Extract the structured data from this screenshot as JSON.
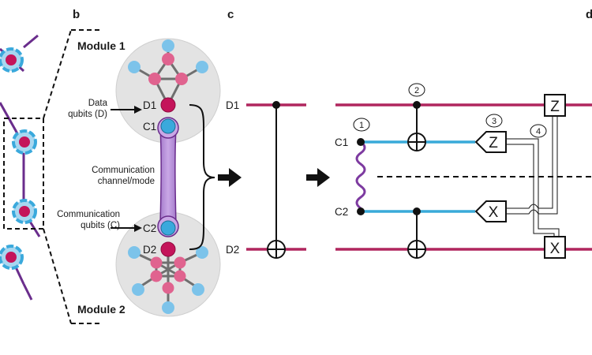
{
  "panels": {
    "b": "b",
    "c": "c",
    "d": "d"
  },
  "module_labels": {
    "module1": "Module 1",
    "module2": "Module 2"
  },
  "annotations": {
    "data_qubits_line1": "Data",
    "data_qubits_line2": "qubits (D)",
    "comm_channel_line1": "Communication",
    "comm_channel_line2": "channel/mode",
    "comm_qubits_line1": "Communication",
    "comm_qubits_line2": "qubits (C)"
  },
  "qubit_labels": {
    "d1": "D1",
    "c1": "C1",
    "c2": "C2",
    "d2": "D2"
  },
  "gates": {
    "z": "Z",
    "x": "X"
  },
  "steps": [
    "1",
    "2",
    "3",
    "4"
  ],
  "colors": {
    "data_qubit": "#c4145a",
    "comm_qubit": "#3aa9dc",
    "ancilla": "#e0638f",
    "light_blue": "#7cc3ea",
    "module_bg": "#e3e3e3",
    "channel": "#b48ad8",
    "link": "#6a2d8c",
    "wire_data": "#b0265e",
    "wire_comm": "#39aad9"
  }
}
